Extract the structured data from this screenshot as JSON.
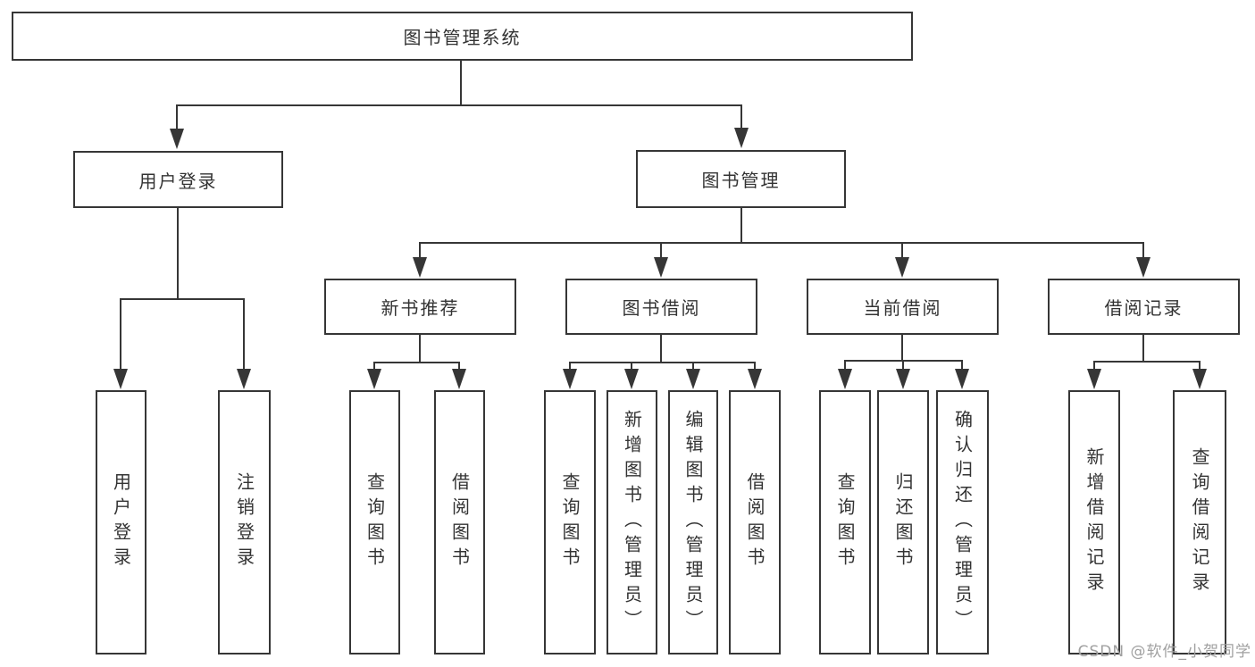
{
  "diagram": {
    "type": "hierarchy-chart",
    "tree": {
      "label": "图书管理系统",
      "children": [
        {
          "label": "用户登录",
          "children": [
            {
              "label": "用户登录"
            },
            {
              "label": "注销登录"
            }
          ]
        },
        {
          "label": "图书管理",
          "children": [
            {
              "label": "新书推荐",
              "children": [
                {
                  "label": "查询图书"
                },
                {
                  "label": "借阅图书"
                }
              ]
            },
            {
              "label": "图书借阅",
              "children": [
                {
                  "label": "查询图书"
                },
                {
                  "label": "新增图书（管理员）"
                },
                {
                  "label": "编辑图书（管理员）"
                },
                {
                  "label": "借阅图书"
                }
              ]
            },
            {
              "label": "当前借阅",
              "children": [
                {
                  "label": "查询图书"
                },
                {
                  "label": "归还图书"
                },
                {
                  "label": "确认归还（管理员）"
                }
              ]
            },
            {
              "label": "借阅记录",
              "children": [
                {
                  "label": "新增借阅记录"
                },
                {
                  "label": "查询借阅记录"
                }
              ]
            }
          ]
        }
      ]
    }
  },
  "watermark": "CSDN @软件_小贺同学",
  "colors": {
    "line": "#363636",
    "text": "#333333",
    "watermark": "#a0a0a0",
    "background": "#ffffff"
  }
}
